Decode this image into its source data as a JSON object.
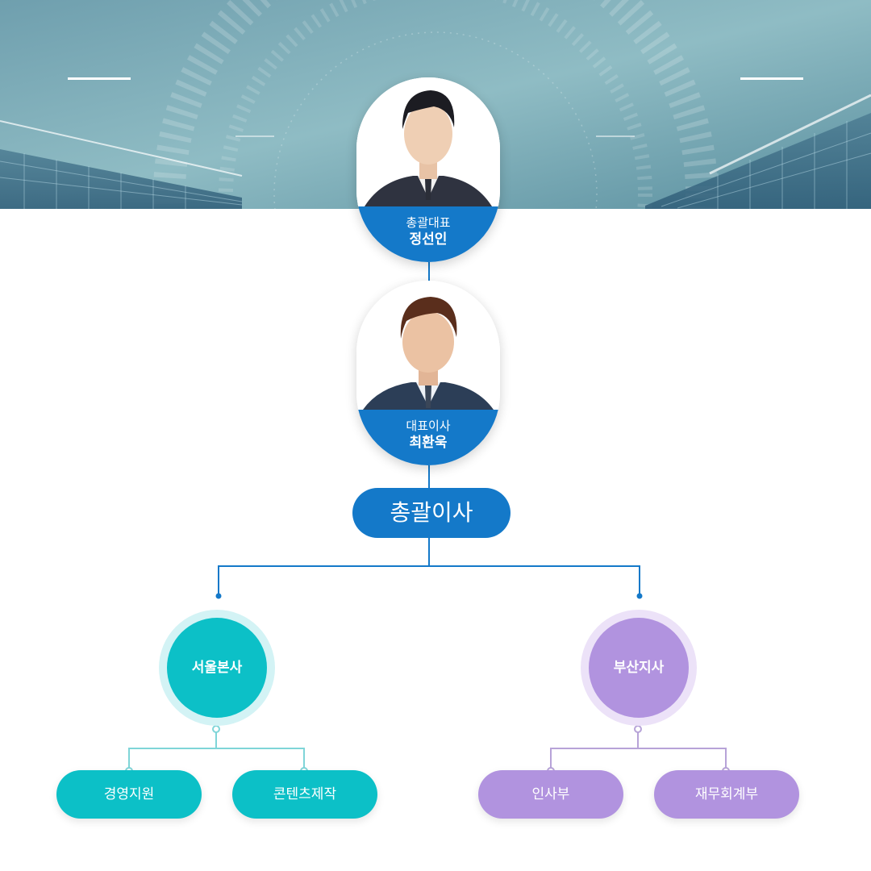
{
  "top": {
    "role": "총괄대표",
    "name": "정선인"
  },
  "second": {
    "role": "대표이사",
    "name": "최환욱"
  },
  "hub": {
    "label": "총괄이사"
  },
  "branches": [
    {
      "label": "서울본사",
      "color": "#0cc0c7",
      "departments": [
        "경영지원",
        "콘텐츠제작"
      ]
    },
    {
      "label": "부산지사",
      "color": "#b193df",
      "departments": [
        "인사부",
        "재무회계부"
      ]
    }
  ],
  "colors": {
    "primary": "#1479c9",
    "teal": "#0cc0c7",
    "purple": "#b193df"
  },
  "icons": [
    "person-photo",
    "person-photo"
  ]
}
